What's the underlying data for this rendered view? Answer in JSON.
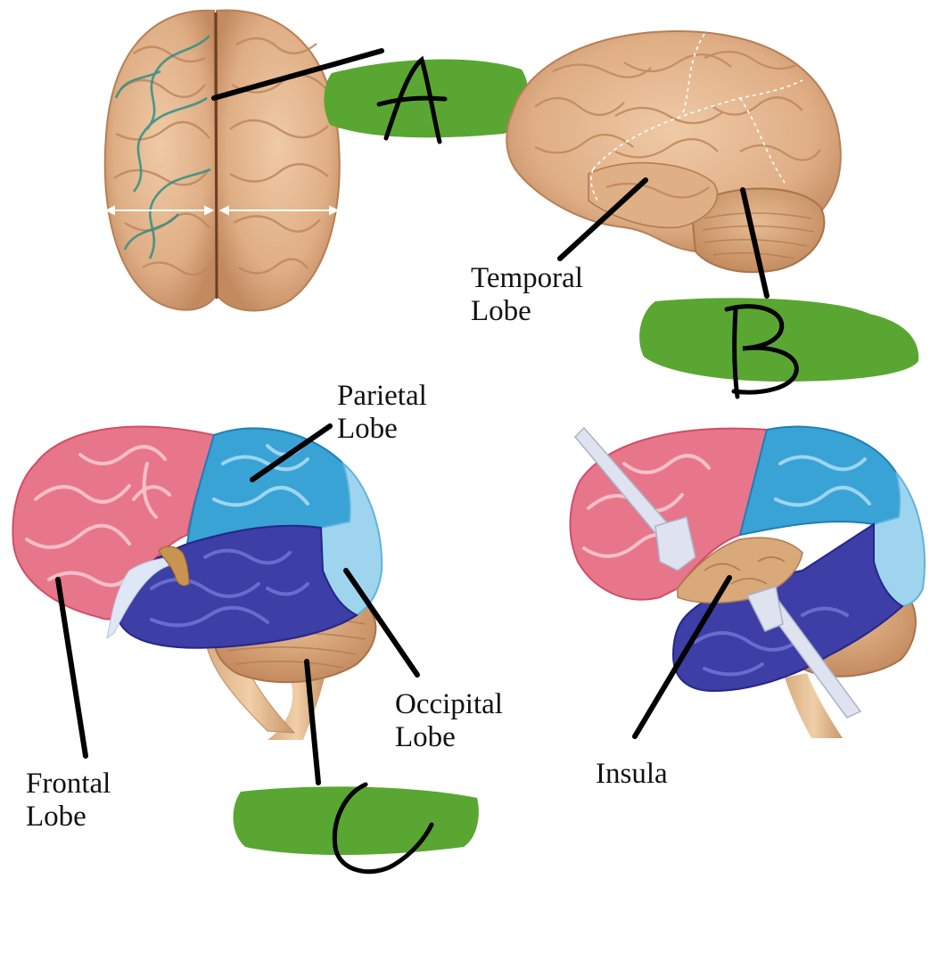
{
  "labels": {
    "temporal": [
      "Temporal",
      "Lobe"
    ],
    "parietal": [
      "Parietal",
      "Lobe"
    ],
    "occipital": [
      "Occipital",
      "Lobe"
    ],
    "frontal": [
      "Frontal",
      "Lobe"
    ],
    "insula": "Insula"
  },
  "colors": {
    "frontal": "#e8768a",
    "frontal_light": "#f6c3c8",
    "parietal": "#3aa3d6",
    "parietal_light": "#8fd0ef",
    "occipital": "#9fd4ef",
    "temporal": "#3d3ea6",
    "temporal_light": "#6c6fd0",
    "cerebellum": "#d9a77c",
    "brainstem": "#e2b98f",
    "real_brain": "#e4ba93",
    "real_brain_dark": "#c98f64",
    "vessel": "#2e8f86",
    "highlight": "#5aa632",
    "line": "#000000"
  }
}
